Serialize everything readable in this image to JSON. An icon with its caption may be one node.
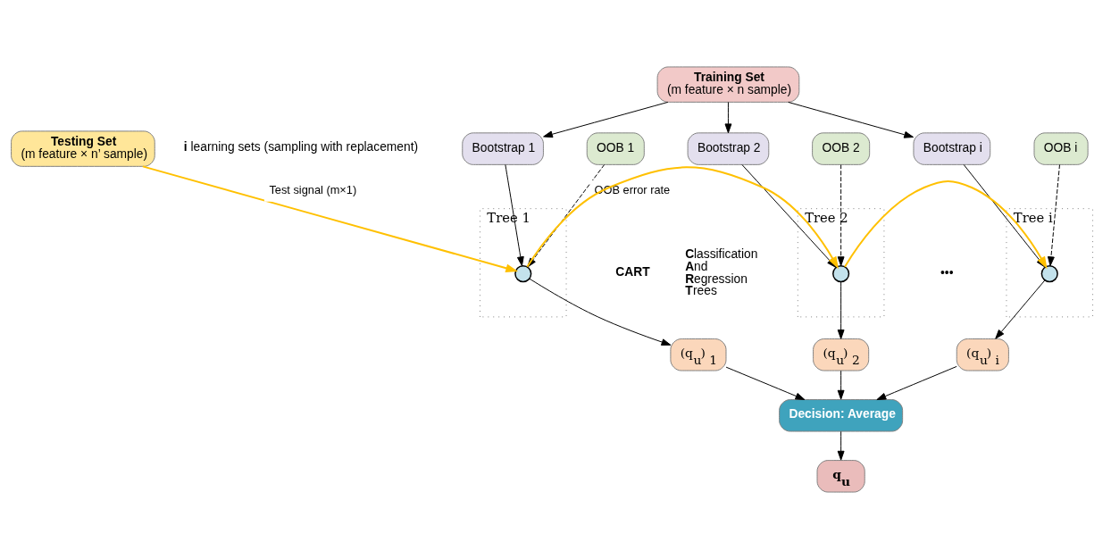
{
  "diagram": {
    "nodes": [
      {
        "text": [
          "Training Set",
          "(m feature × n sample)"
        ]
      },
      {
        "text": [
          "Bootstrap 1"
        ]
      },
      {
        "text": [
          "OOB 1"
        ]
      },
      {
        "text": [
          "Bootstrap 2"
        ]
      },
      {
        "text": [
          "OOB 2"
        ]
      },
      {
        "text": [
          "Bootstrap i"
        ]
      },
      {
        "text": [
          "OOB i"
        ]
      },
      {
        "text": [
          "Tree 1"
        ]
      },
      {
        "text": [],
        "shape": "circle",
        "in": 7
      },
      {
        "text": [
          "Tree 2"
        ]
      },
      {
        "text": [],
        "shape": "circle",
        "in": 9
      },
      {
        "text": [
          "Tree i"
        ]
      },
      {
        "text": [],
        "shape": "circle",
        "in": 11
      },
      {
        "text": [
          "Testing Set",
          "(m feature × n’ sample)"
        ]
      },
      {
        "text": [
          "(q$_{u}$) $_{1}$"
        ]
      },
      {
        "text": [
          "(q$_{u}$) $_{2}$"
        ]
      },
      {
        "text": [
          "(q$_{u}$) $_{i}$"
        ]
      },
      {
        "text": [
          "Decision: Average"
        ]
      },
      {
        "text": [
          "q$_{u}$"
        ]
      }
    ],
    "edges": [
      {
        "from": 0,
        "to": 1,
        "arrow": "to"
      },
      {
        "from": 0,
        "to": 3,
        "arrow": "to"
      },
      {
        "from": 0,
        "to": 5,
        "arrow": "to"
      },
      {
        "from": 1,
        "to": 8,
        "arrow": "to"
      },
      {
        "from": 2,
        "to": 8,
        "arrow": "to",
        "style": "dashed",
        "label": "OOB error rate"
      },
      {
        "from": 3,
        "to": 10,
        "arrow": "to"
      },
      {
        "from": 4,
        "to": 10,
        "arrow": "to",
        "style": "dashed"
      },
      {
        "from": 5,
        "to": 12,
        "arrow": "to"
      },
      {
        "from": 6,
        "to": 12,
        "arrow": "to",
        "style": "dashed"
      },
      {
        "from": 13,
        "to": 8,
        "arrow": "to",
        "color": "#ffc000",
        "label": "Test signal (m×1)"
      },
      {
        "from": 8,
        "to": 10,
        "arrow": "to",
        "color": "#ffc000"
      },
      {
        "from": 10,
        "to": 12,
        "arrow": "to",
        "color": "#ffc000"
      },
      {
        "from": 8,
        "to": 14,
        "arrow": "to"
      },
      {
        "from": 10,
        "to": 15,
        "arrow": "to"
      },
      {
        "from": 12,
        "to": 16,
        "arrow": "to"
      },
      {
        "from": 14,
        "to": 17,
        "arrow": "to"
      },
      {
        "from": 15,
        "to": 17,
        "arrow": "to"
      },
      {
        "from": 16,
        "to": 17,
        "arrow": "to"
      },
      {
        "from": 17,
        "to": 18,
        "arrow": "to"
      }
    ],
    "labels": [
      "**i** learning sets (sampling with replacement)",
      "**CART**",
      "**C**lassification **A**nd **R**egression **T**rees",
      "•••"
    ]
  }
}
